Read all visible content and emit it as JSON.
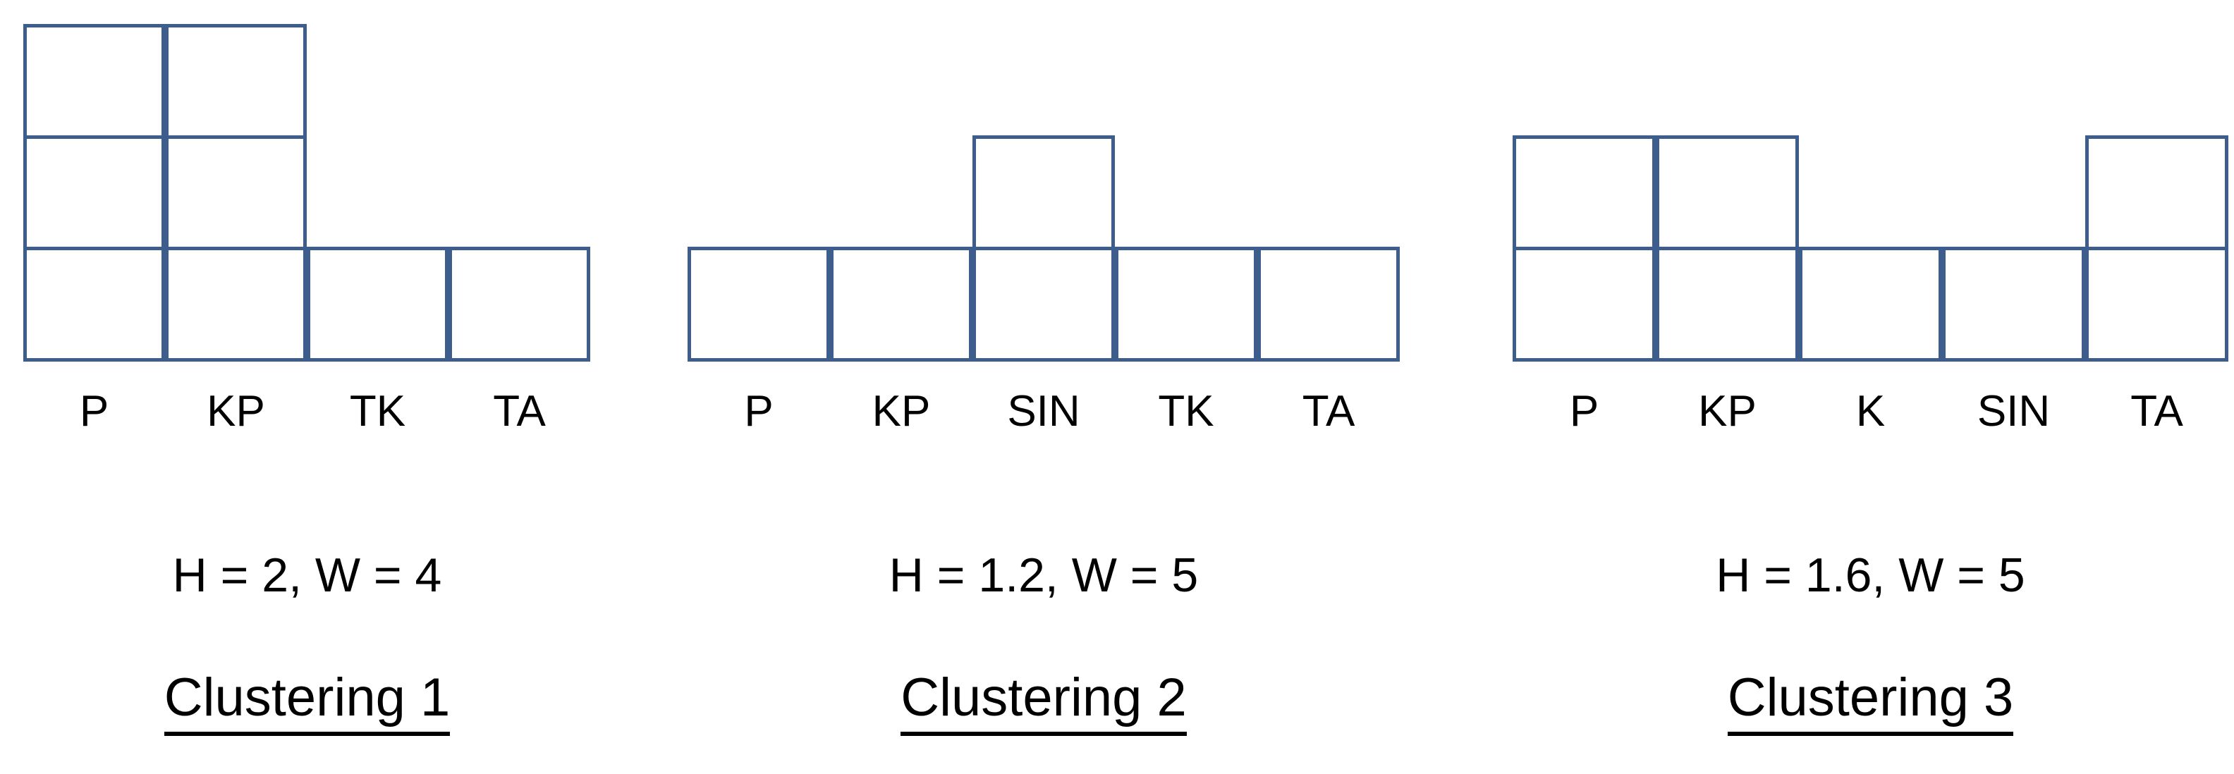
{
  "figure": {
    "kind": "column-block-diagram",
    "background_color": "#ffffff",
    "block_stroke_color": "#3d5d8d",
    "text_color": "#000000"
  },
  "chart_data": {
    "type": "bar",
    "title": "",
    "xlabel": "",
    "ylabel": "",
    "note": "Three clustering block diagrams; each column is a stack of unit square blocks whose count is the bar height.",
    "panels": [
      {
        "title": "Clustering 1",
        "metric": "H = 2, W = 4",
        "H": 2,
        "W": 4,
        "categories": [
          "P",
          "KP",
          "TK",
          "TA"
        ],
        "values": [
          3,
          3,
          1,
          1
        ]
      },
      {
        "title": "Clustering 2",
        "metric": "H = 1.2, W = 5",
        "H": 1.2,
        "W": 5,
        "categories": [
          "P",
          "KP",
          "SIN",
          "TK",
          "TA"
        ],
        "values": [
          1,
          1,
          2,
          1,
          1
        ]
      },
      {
        "title": "Clustering 3",
        "metric": "H = 1.6, W = 5",
        "H": 1.6,
        "W": 5,
        "categories": [
          "P",
          "KP",
          "K",
          "SIN",
          "TA"
        ],
        "values": [
          2,
          2,
          1,
          1,
          2
        ]
      }
    ]
  },
  "panels": [
    {
      "id": "clustering-1",
      "title": "Clustering 1",
      "metric": "H = 2, W = 4",
      "labels": [
        "P",
        "KP",
        "TK",
        "TA"
      ],
      "heights": [
        3,
        3,
        1,
        1
      ]
    },
    {
      "id": "clustering-2",
      "title": "Clustering 2",
      "metric": "H = 1.2, W = 5",
      "labels": [
        "P",
        "KP",
        "SIN",
        "TK",
        "TA"
      ],
      "heights": [
        1,
        1,
        2,
        1,
        1
      ]
    },
    {
      "id": "clustering-3",
      "title": "Clustering 3",
      "metric": "H = 1.6, W = 5",
      "labels": [
        "P",
        "KP",
        "K",
        "SIN",
        "TA"
      ],
      "heights": [
        2,
        2,
        1,
        1,
        2
      ]
    }
  ]
}
